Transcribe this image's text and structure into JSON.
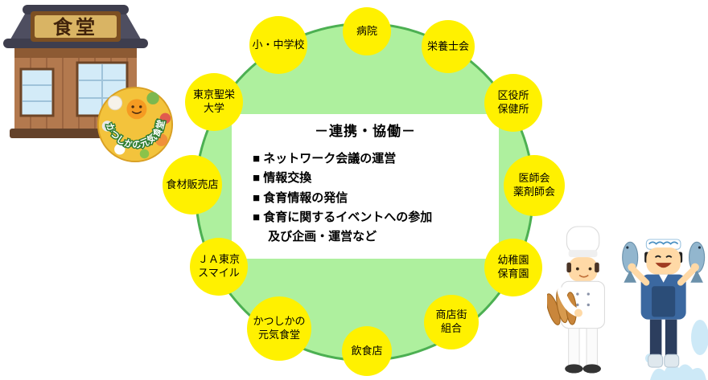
{
  "center_box": {
    "title": "－連携・協働－",
    "items": [
      "■ ネットワーク会議の運営",
      "■ 情報交換",
      "■ 食育情報の発信",
      "■ 食育に関するイベントへの参加",
      "　 及び企画・運営など"
    ]
  },
  "nodes": [
    {
      "id": "hospital",
      "label": "病院"
    },
    {
      "id": "dietitian-association",
      "label": "栄養士会"
    },
    {
      "id": "ward-office-health-center",
      "label": "区役所\n保健所"
    },
    {
      "id": "medical-pharmacist-association",
      "label": "医師会\n薬剤師会"
    },
    {
      "id": "kindergarten-nursery",
      "label": "幼稚園\n保育園"
    },
    {
      "id": "shopping-district-union",
      "label": "商店街\n組合"
    },
    {
      "id": "restaurants",
      "label": "飲食店"
    },
    {
      "id": "katsushika-genki-shokudo",
      "label": "かつしかの\n元気食堂"
    },
    {
      "id": "ja-tokyo-smile",
      "label": "ＪＡ東京\nスマイル"
    },
    {
      "id": "food-retailers",
      "label": "食材販売店"
    },
    {
      "id": "tokyo-seiei-university",
      "label": "東京聖栄\n大学"
    },
    {
      "id": "elementary-junior-high-schools",
      "label": "小・中学校"
    }
  ],
  "illustrations": {
    "shop_sign": "食堂",
    "logo_text": "かつしかの元気食堂"
  },
  "colors": {
    "network_circle_fill": "#aef09e",
    "network_circle_border": "#4cb052",
    "node_fill": "#fff100",
    "text": "#000000"
  }
}
